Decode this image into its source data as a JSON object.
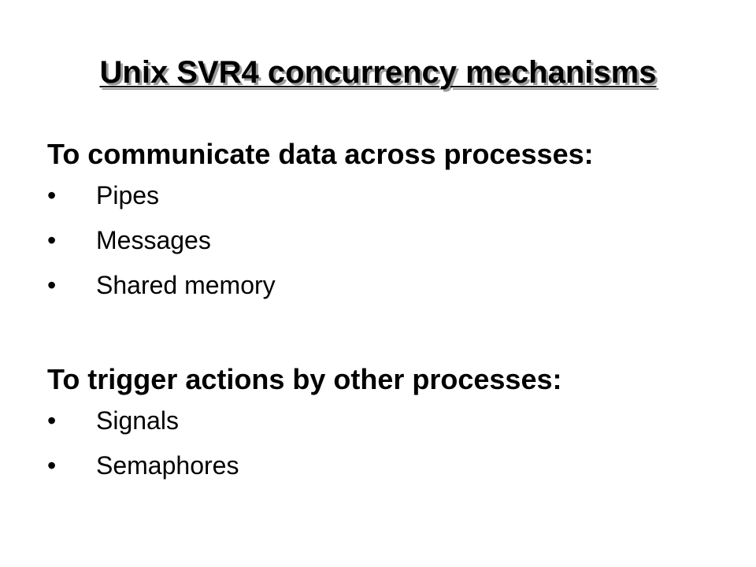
{
  "slide": {
    "title": "Unix SVR4 concurrency mechanisms",
    "sections": [
      {
        "heading": "To communicate data across processes:",
        "bullets": [
          "Pipes",
          "Messages",
          "Shared memory"
        ]
      },
      {
        "heading": "To trigger actions by other processes:",
        "bullets": [
          "Signals",
          "Semaphores"
        ]
      }
    ],
    "bullet_glyph": "•"
  }
}
